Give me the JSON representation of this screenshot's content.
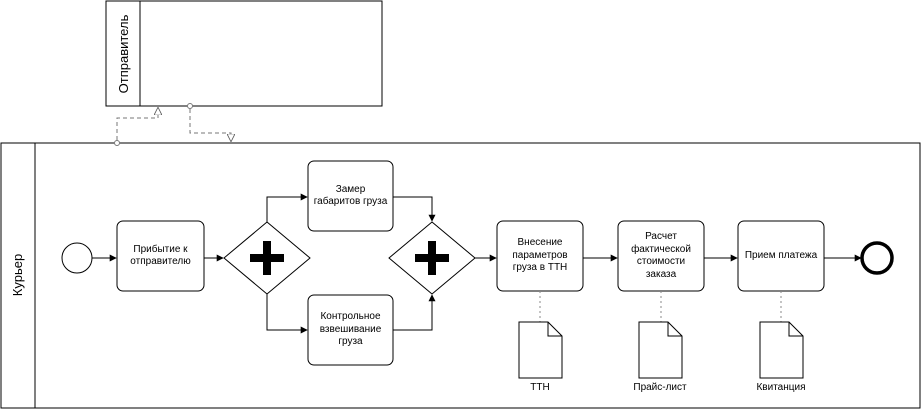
{
  "pools": {
    "sender": {
      "label": "Отправитель"
    },
    "courier": {
      "label": "Курьер"
    }
  },
  "tasks": {
    "arrival": "Прибытие к отправителю",
    "measure": "Замер габаритов груза",
    "weigh": "Контрольное взвешивание груза",
    "enter_params": "Внесение параметров груза в ТТН",
    "calc_cost": "Расчет фактической стоимости заказа",
    "payment": "Прием платежа"
  },
  "documents": {
    "ttn": "ТТН",
    "price_list": "Прайс-лист",
    "receipt": "Квитанция"
  },
  "gateways": {
    "split_symbol": "+",
    "join_symbol": "+"
  }
}
